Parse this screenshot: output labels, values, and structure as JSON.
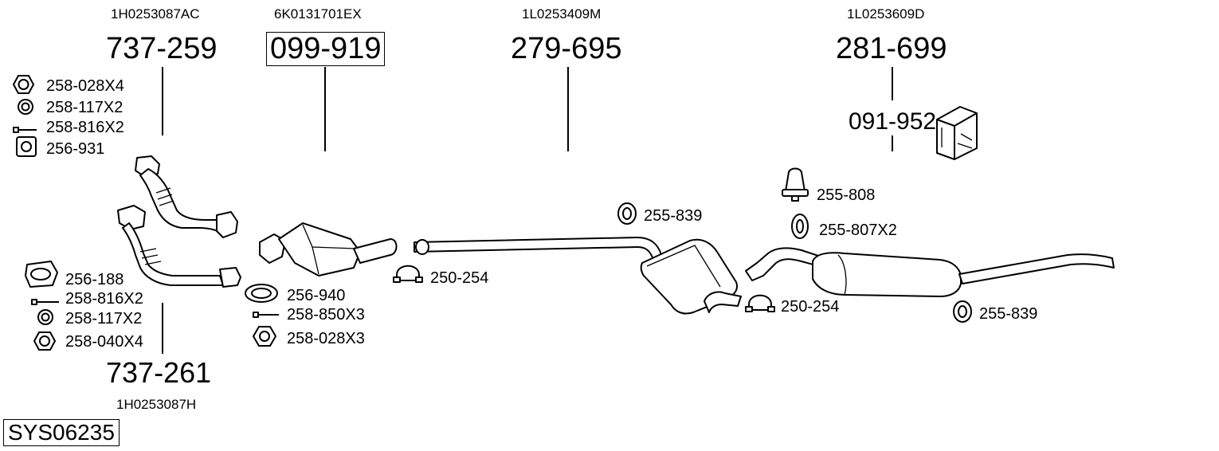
{
  "system_code": "SYS06235",
  "groups": {
    "g1": {
      "oe": "1H0253087AC",
      "part": "737-259"
    },
    "g2": {
      "oe": "6K0131701EX",
      "part": "099-919"
    },
    "g3": {
      "oe": "1L0253409M",
      "part": "279-695"
    },
    "g4": {
      "oe": "1L0253609D",
      "part": "281-699",
      "sub_part": "091-952"
    },
    "g5": {
      "oe": "1H0253087H",
      "part": "737-261"
    }
  },
  "accessories": {
    "a1": "258-028X4",
    "a2": "258-117X2",
    "a3": "258-816X2",
    "a4": "256-931",
    "a5": "256-188",
    "a6": "258-816X2",
    "a7": "258-117X2",
    "a8": "258-040X4",
    "a9": "256-940",
    "a10": "258-850X3",
    "a11": "258-028X3",
    "a12": "250-254",
    "a13": "255-839",
    "a14": "255-808",
    "a15": "255-807X2",
    "a16": "250-254",
    "a17": "255-839"
  },
  "icons": [
    "hex-nut-icon",
    "washer-icon",
    "bolt-icon",
    "gasket-icon",
    "clamp-icon",
    "hanger-icon",
    "mounting-kit-box-icon"
  ]
}
